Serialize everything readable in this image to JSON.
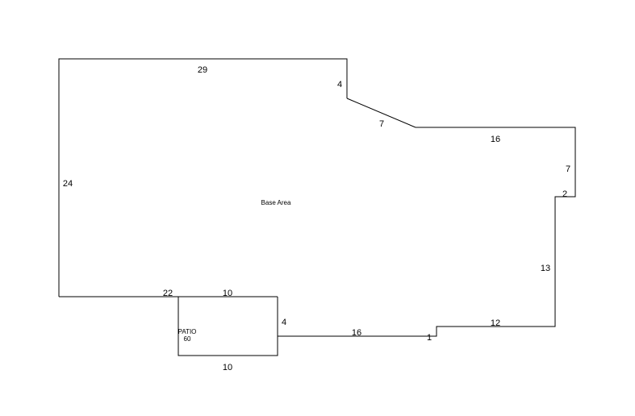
{
  "base_area": {
    "label": "Base Area",
    "dimensions": {
      "top": "29",
      "upper_step_right": "4",
      "diagonal": "7",
      "upper_right_top": "16",
      "right_upper": "7",
      "right_notch": "2",
      "right_lower": "13",
      "bottom_right": "12",
      "bottom_step": "1",
      "bottom_middle": "16",
      "left": "24",
      "bottom_left": "22"
    }
  },
  "patio": {
    "label": "PATIO",
    "area": "60",
    "dimensions": {
      "top": "10",
      "right": "4",
      "bottom": "10"
    }
  }
}
